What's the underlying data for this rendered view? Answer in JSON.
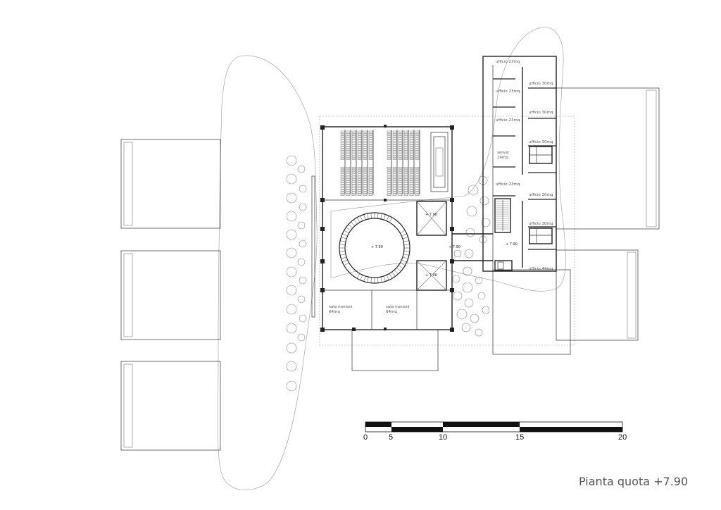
{
  "title": "Pianta quota +7.90",
  "scale_bar": {
    "ticks": [
      "0",
      "5",
      "10",
      "15",
      "20"
    ]
  },
  "rooms": {
    "uff1": "ufficio 23mq",
    "uff2": "ufficio 30mq",
    "uff3": "ufficio 23mq",
    "uff4": "ufficio 23mq",
    "uff5": "ufficio 30mq",
    "server_name": "server",
    "server_area": "14mq",
    "uff6": "ufficio 23mq",
    "uff7": "ufficio 30mq",
    "uff8": "ufficio 30mq",
    "uff9": "ufficio 44mq",
    "sala1_name": "sala riunioni",
    "sala1_area": "64mq",
    "sala2_name": "sala riunioni",
    "sala2_area": "64mq"
  },
  "levels": {
    "l1": "+ 7.90",
    "l2": "+ 7.90",
    "l3": "+ 7.90",
    "l4": "+ 7.90",
    "l5": "+ 7.90"
  }
}
